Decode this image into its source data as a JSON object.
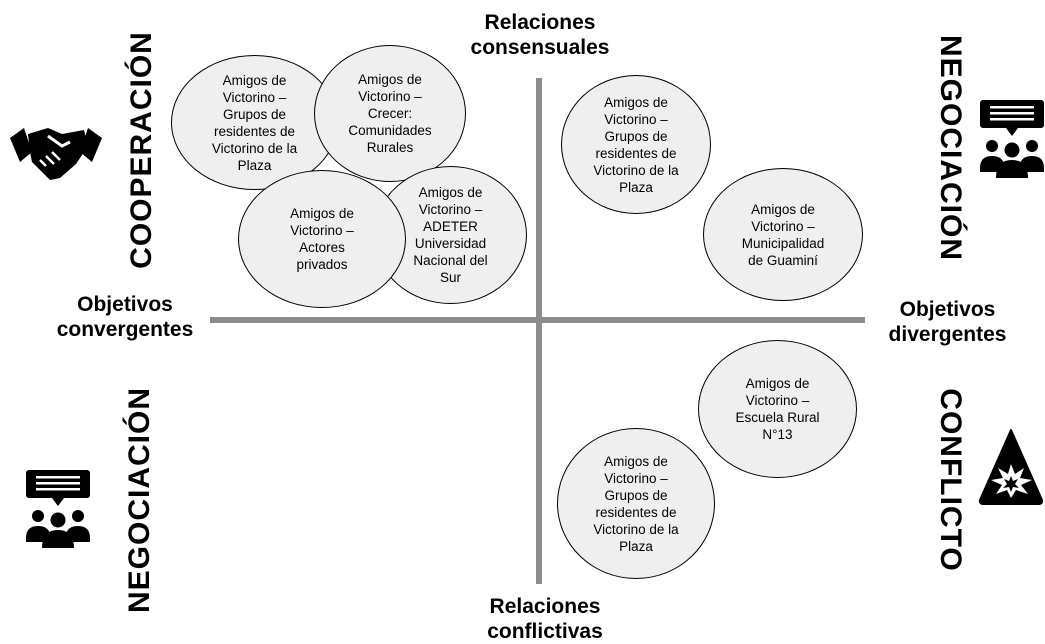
{
  "axes": {
    "top": "Relaciones\nconsensuales",
    "bottom": "Relaciones\nconflictivas",
    "left": "Objetivos\nconvergentes",
    "right": "Objetivos\ndivergentes"
  },
  "quadrants": {
    "top_left": "COOPERACIÓN",
    "top_right": "NEGOCIACIÓN",
    "bottom_left": "NEGOCIACIÓN",
    "bottom_right": "CONFLICTO"
  },
  "icons": {
    "top_left": "handshake-icon",
    "top_right": "negotiation-meeting-icon",
    "bottom_left": "negotiation-meeting-icon",
    "bottom_right": "explosion-warning-icon"
  },
  "actors": {
    "tl_1": "Amigos de\nVictorino –\nGrupos de\nresidentes de\nVictorino de la\nPlaza",
    "tl_2": "Amigos de\nVictorino –\nCrecer:\nComunidades\nRurales",
    "tl_3": "Amigos de\nVictorino –\nADETER\nUniversidad\nNacional del\nSur",
    "tl_4": "Amigos de\nVictorino –\nActores\nprivados",
    "tr_1": "Amigos de\nVictorino –\nGrupos de\nresidentes de\nVictorino de la\nPlaza",
    "tr_2": "Amigos de\nVictorino –\nMunicipalidad\nde Guaminí",
    "br_1": "Amigos de\nVictorino –\nEscuela Rural\nN°13",
    "br_2": "Amigos de\nVictorino –\nGrupos de\nresidentes de\nVictorino de la\nPlaza"
  },
  "colors": {
    "axis": "#8c8c8c",
    "ellipse_fill": "#efefef",
    "ellipse_border": "#000000",
    "icon": "#000000"
  }
}
